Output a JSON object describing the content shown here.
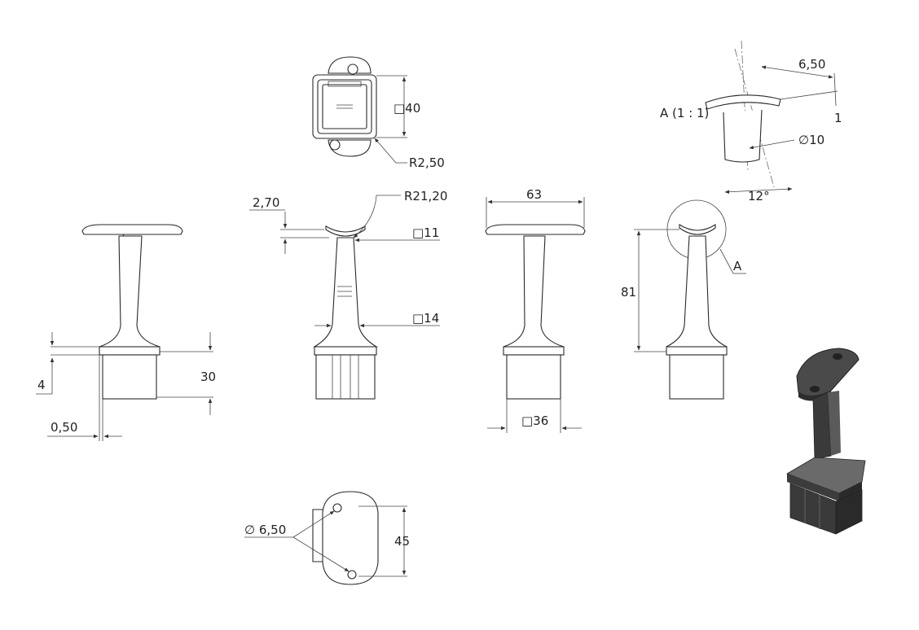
{
  "dimensions": {
    "square_40": "□40",
    "radius_2_50": "R2,50",
    "detail_depth": "6,50",
    "detail_one": "1",
    "detail_label": "A (1 : 1)",
    "dia_10": "∅10",
    "angle_12": "12°",
    "wall_2_70": "2,70",
    "radius_21_20": "R21,20",
    "square_11": "□11",
    "square_14": "□14",
    "width_63": "63",
    "height_81": "81",
    "detail_ref": "A",
    "height_4": "4",
    "height_30": "30",
    "gap_0_50": "0,50",
    "square_36": "□36",
    "hole_6_50": "∅ 6,50",
    "length_45": "45"
  },
  "colors": {
    "line": "#2a2a2a",
    "render_dark": "#3a3a3a",
    "render_mid": "#5a5a5a",
    "render_light": "#7a7a7a"
  }
}
